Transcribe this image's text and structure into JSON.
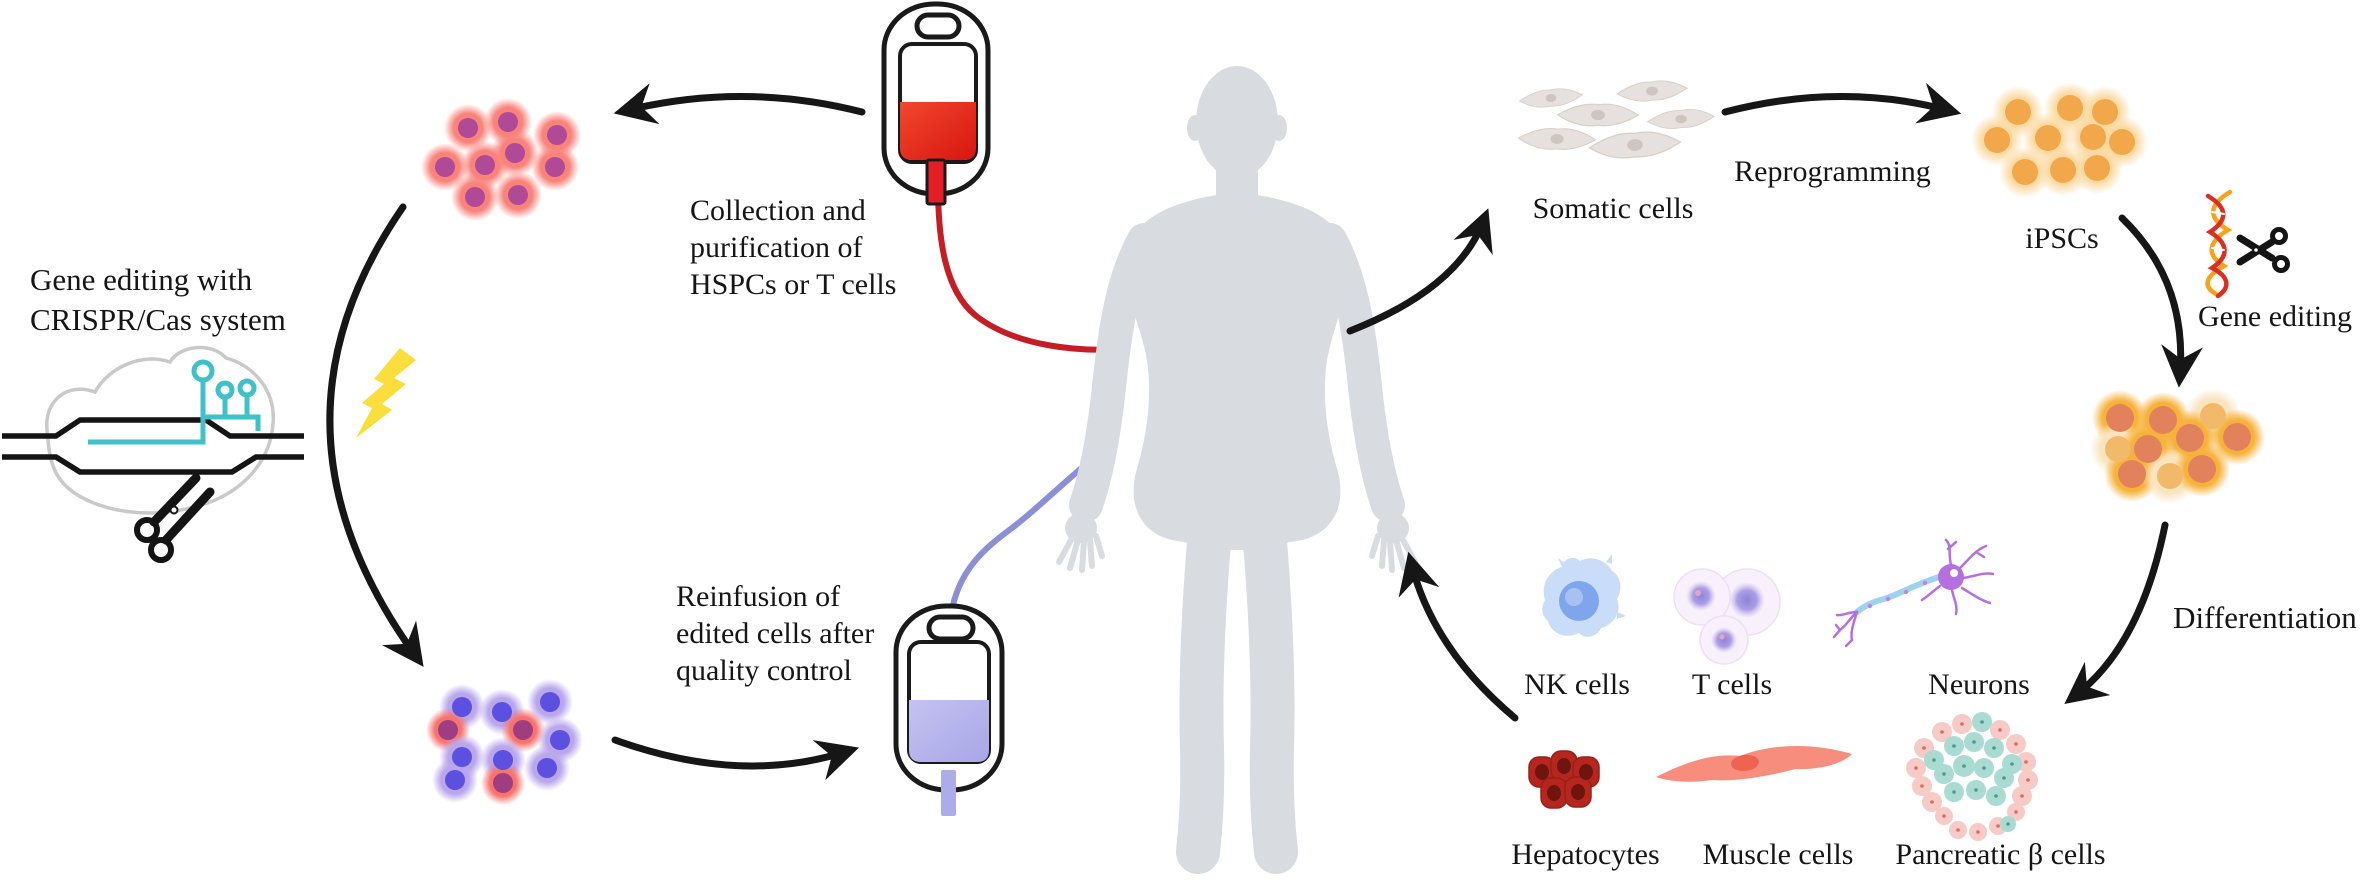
{
  "figure_type": "scientific-diagram",
  "panels": {
    "ex_vivo_editing": {
      "crispr_caption": "Gene editing with\nCRISPR/Cas system",
      "collection_caption": "Collection and\npurification of\nHSPCs or T cells",
      "reinfusion_caption": "Reinfusion of\nedited cells after\nquality control"
    },
    "ipsc_route": {
      "somatic_cells_label": "Somatic cells",
      "reprogramming_label": "Reprogramming",
      "ipscs_label": "iPSCs",
      "gene_editing_label": "Gene editing",
      "differentiation_label": "Differentiation",
      "cell_types": [
        {
          "label": "NK cells"
        },
        {
          "label": "T cells"
        },
        {
          "label": "Neurons"
        },
        {
          "label": "Hepatocytes"
        },
        {
          "label": "Muscle cells"
        },
        {
          "label": "Pancreatic β cells"
        }
      ]
    }
  },
  "icons": {
    "crispr-cas-complex-icon": "gray Cas9 blob + black DNA strands + teal guide RNA hairpins + scissors",
    "scissors-icon": "black open scissors",
    "hspc-cell-cluster-icon": "pink cells with magenta nuclei",
    "edited-cell-cluster-icon": "purple cells with blue nuclei mixed with red cells",
    "electroporation-lightning-icon": "yellow lightning bolt",
    "blood-collection-bag-icon": "bag with red blood and red tube",
    "reinfusion-bag-icon": "bag with lavender fluid and purple tube",
    "human-body-icon": "light gray standing human silhouette",
    "somatic-cells-icon": "gray spindle fibroblasts",
    "ipsc-colony-icon": "orange stem cell colony",
    "dna-helix-icon": "red-orange double helix",
    "edited-ipsc-colony-icon": "deep orange stem cell colony",
    "nk-cell-icon": "blue lymphocyte",
    "t-cells-icon": "three lavender cells",
    "neuron-icon": "purple neuron with blue axon",
    "hepatocytes-icon": "dark red liver cells",
    "muscle-cell-icon": "salmon muscle fiber",
    "pancreatic-islet-icon": "pink and teal islet cluster"
  },
  "colors": {
    "background": "#FFFFFF",
    "text": "#151515",
    "arrows": "#161616",
    "body_silhouette": "#D8DBE0",
    "blood_bag_fill": "#E31E24",
    "infusion_bag_fill": "#B5B2EC",
    "blood_tube": "#C41E24",
    "infusion_tube": "#8B8FD6",
    "grna_teal": "#3FC1C9",
    "lightning_yellow": "#FBDE3C",
    "hspc_cell_pink": "#F8837B",
    "hspc_nucleus_magenta": "#B04A97",
    "edited_cell_purple": "#B9A6EC",
    "edited_nucleus_blue": "#5B50E0",
    "ipsc_orange": "#FAD9A0",
    "ipsc_nucleus": "#F2A74B",
    "edited_ipsc_orange": "#F6B33C",
    "edited_ipsc_nucleus": "#E2825C",
    "somatic_gray": "#E7E1DD",
    "nk_blue": "#CADDF8",
    "t_cell_lavender": "#F6EDF9",
    "neuron_purple": "#B46FE0",
    "axon_blue": "#9ED2EE",
    "hepatocyte_red": "#B5271E",
    "muscle_salmon": "#F78D7C",
    "islet_pink": "#F6CBC6",
    "islet_teal": "#A9DBD3"
  }
}
